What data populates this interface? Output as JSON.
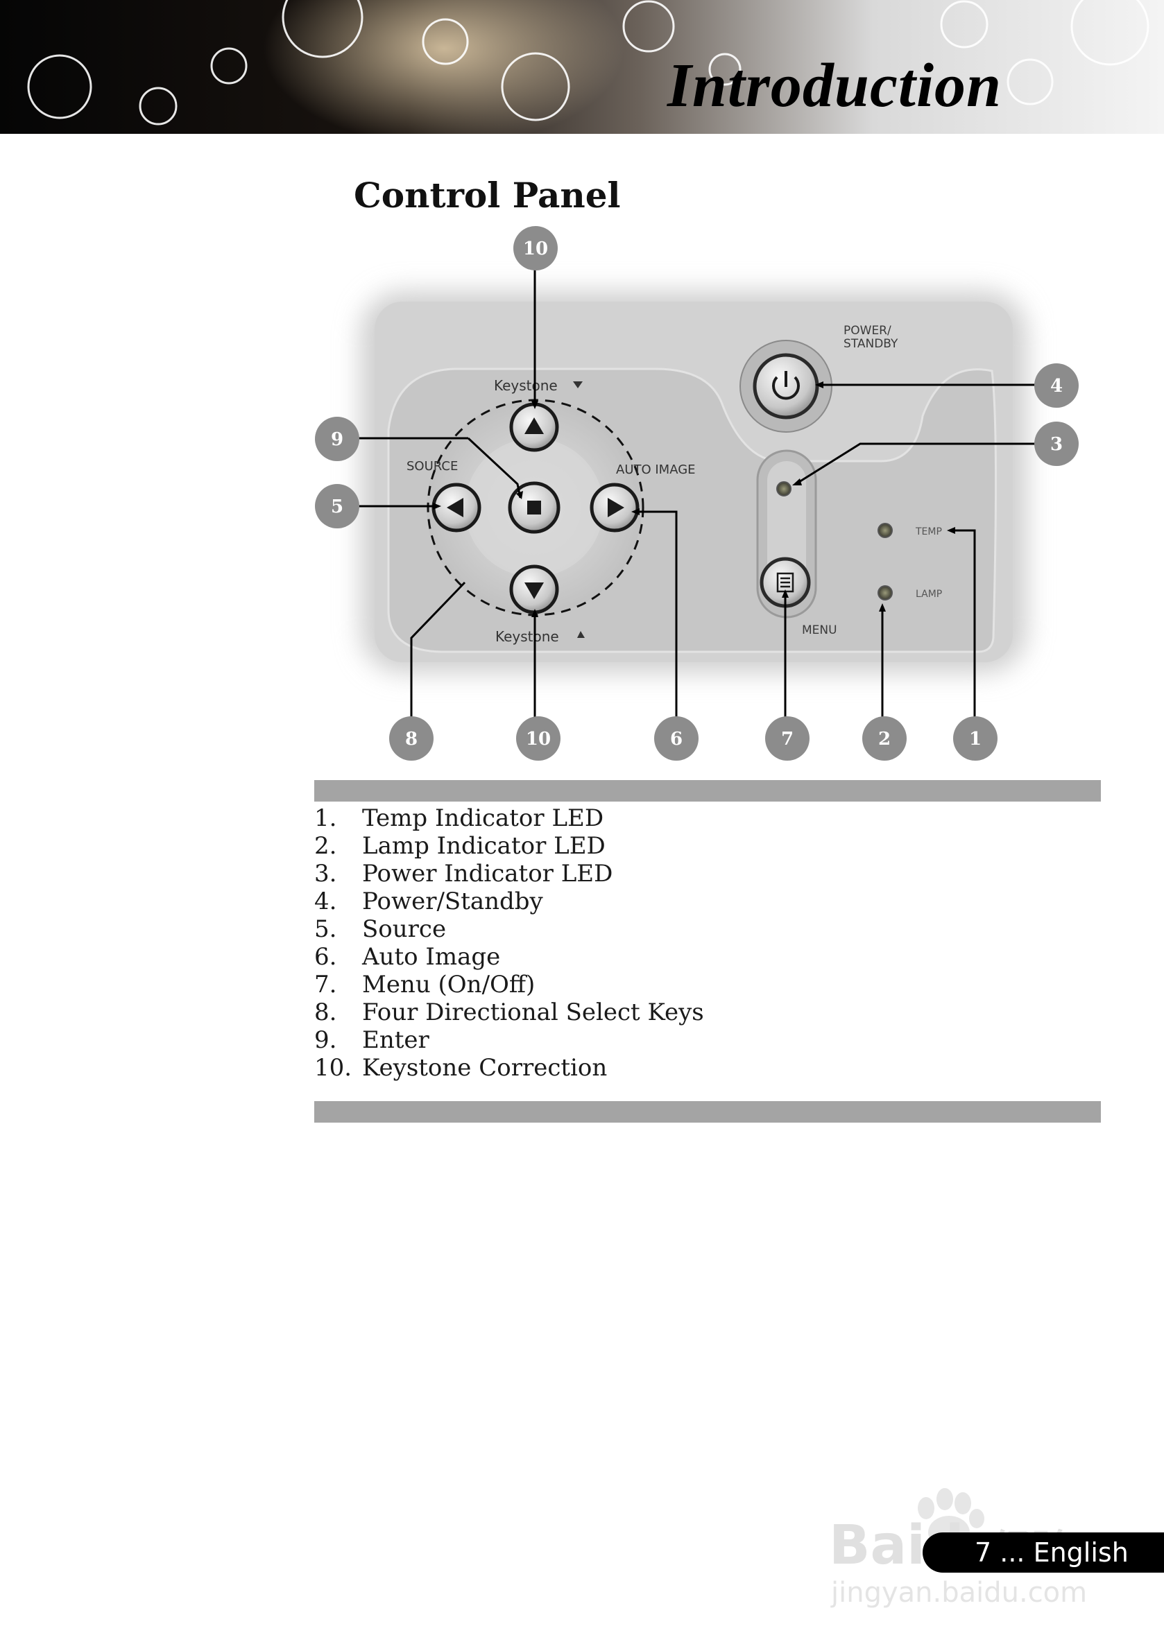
{
  "header": {
    "title": "Introduction"
  },
  "section": {
    "title": "Control Panel"
  },
  "panel": {
    "labels": {
      "power": "POWER/",
      "standby": "STANDBY",
      "keystone_up": "Keystone",
      "keystone_down": "Keystone",
      "source": "SOURCE",
      "auto_image": "AUTO IMAGE",
      "menu": "MENU",
      "temp": "TEMP",
      "lamp": "LAMP"
    },
    "callouts": [
      "10",
      "4",
      "9",
      "3",
      "5",
      "8",
      "10",
      "6",
      "7",
      "2",
      "1"
    ]
  },
  "legend": [
    {
      "num": "1.",
      "label": "Temp Indicator LED"
    },
    {
      "num": "2.",
      "label": "Lamp Indicator LED"
    },
    {
      "num": "3.",
      "label": "Power Indicator LED"
    },
    {
      "num": "4.",
      "label": "Power/Standby"
    },
    {
      "num": "5.",
      "label": "Source"
    },
    {
      "num": "6.",
      "label": "Auto Image"
    },
    {
      "num": "7.",
      "label": "Menu (On/Off)"
    },
    {
      "num": "8.",
      "label": "Four Directional  Select Keys"
    },
    {
      "num": "9.",
      "label": "Enter"
    },
    {
      "num": "10.",
      "label": "Keystone Correction"
    }
  ],
  "footer": {
    "page": "7 ... English"
  },
  "watermark": {
    "brand": "Baidu",
    "brand_cn": "经验",
    "url": "jingyan.baidu.com"
  },
  "colors": {
    "callout": "#8c8c8c",
    "bar": "#a4a4a4",
    "panel": "#cfcfcf",
    "header_dark": "#0c0c0c"
  }
}
